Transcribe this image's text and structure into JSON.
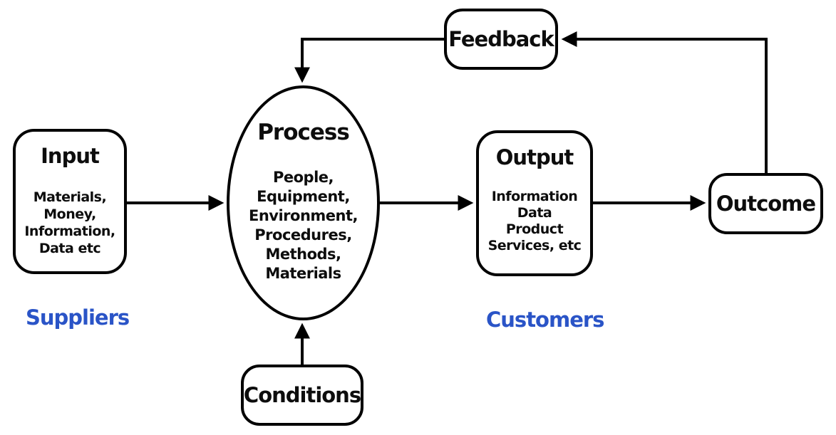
{
  "diagram": {
    "background": "#ffffff",
    "colors": {
      "stroke": "#000000",
      "text": "#0d0d0d",
      "label_blue": "#2A54C7",
      "node_fill": "#ffffff"
    },
    "nodes": {
      "input": {
        "title": "Input",
        "lines": [
          "Materials,",
          "Money,",
          "Information,",
          "Data etc"
        ]
      },
      "process": {
        "title": "Process",
        "lines": [
          "People,",
          "Equipment,",
          "Environment,",
          "Procedures,",
          "Methods,",
          "Materials"
        ]
      },
      "output": {
        "title": "Output",
        "lines": [
          "Information",
          "Data",
          "Product",
          "Services, etc"
        ]
      },
      "outcome": {
        "title": "Outcome"
      },
      "feedback": {
        "title": "Feedback"
      },
      "conditions": {
        "title": "Conditions"
      }
    },
    "labels": {
      "suppliers": "Suppliers",
      "customers": "Customers"
    }
  }
}
